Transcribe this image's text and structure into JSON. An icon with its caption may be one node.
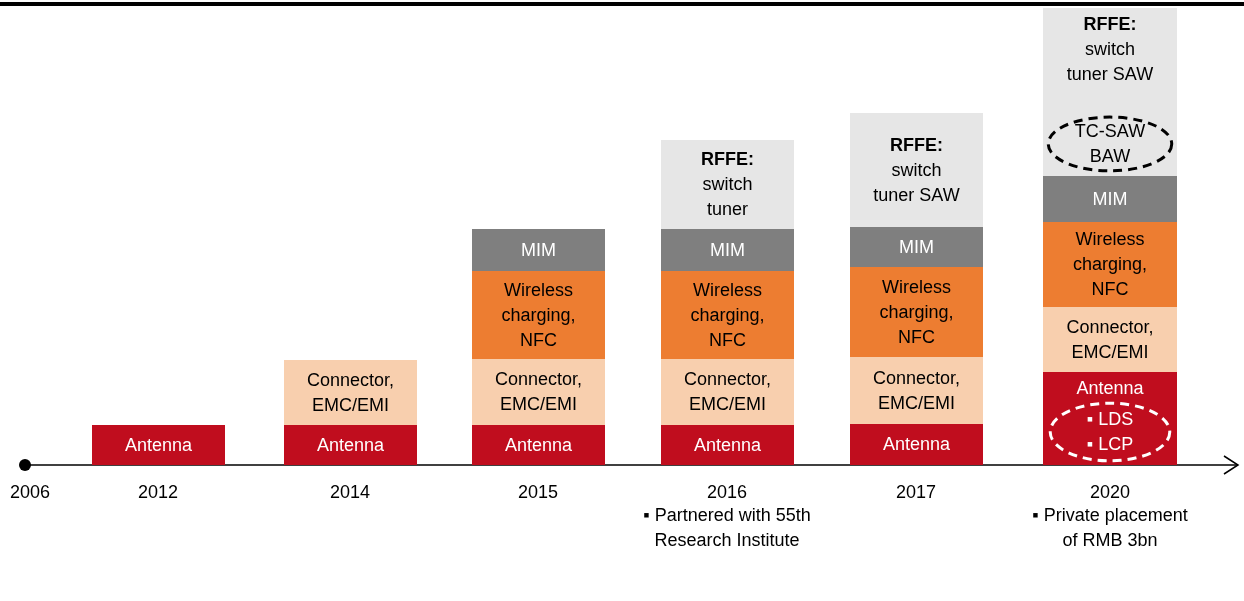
{
  "diagram": {
    "nodes": [
      {
        "text": [
          "Antenna"
        ]
      },
      {
        "text": [
          "Connector, EMC/EMI"
        ]
      },
      {
        "text": [
          "Antenna"
        ]
      },
      {
        "text": [
          "MIM"
        ]
      },
      {
        "text": [
          "Wireless charging, NFC"
        ]
      },
      {
        "text": [
          "Connector, EMC/EMI"
        ]
      },
      {
        "text": [
          "Antenna"
        ]
      },
      {
        "text": [
          "**RFFE:** switch tuner"
        ]
      },
      {
        "text": [
          "MIM"
        ]
      },
      {
        "text": [
          "Wireless charging, NFC"
        ]
      },
      {
        "text": [
          "Connector, EMC/EMI"
        ]
      },
      {
        "text": [
          "Antenna"
        ]
      },
      {
        "text": [
          "**RFFE:** switch tuner SAW"
        ]
      },
      {
        "text": [
          "MIM"
        ]
      },
      {
        "text": [
          "Wireless charging, NFC"
        ]
      },
      {
        "text": [
          "Connector, EMC/EMI"
        ]
      },
      {
        "text": [
          "Antenna"
        ]
      },
      {
        "text": [
          "**RFFE:** switch tuner SAW"
        ]
      },
      {
        "text": [
          "TC-SAW BAW"
        ],
        "in": 17
      },
      {
        "text": [
          "MIM"
        ]
      },
      {
        "text": [
          "Wireless charging, NFC"
        ]
      },
      {
        "text": [
          "Connector, EMC/EMI"
        ]
      },
      {
        "text": [
          "Antenna"
        ]
      },
      {
        "text": [
          "▪ LDS",
          "▪ LCP"
        ],
        "in": 22
      }
    ],
    "edges": [],
    "labels": [
      "2006",
      "2012",
      "2014",
      "2015",
      "2016",
      "▪ Partnered with 55th Research Institute",
      "2017",
      "2020",
      "▪ Private placement of RMB 3bn"
    ]
  }
}
